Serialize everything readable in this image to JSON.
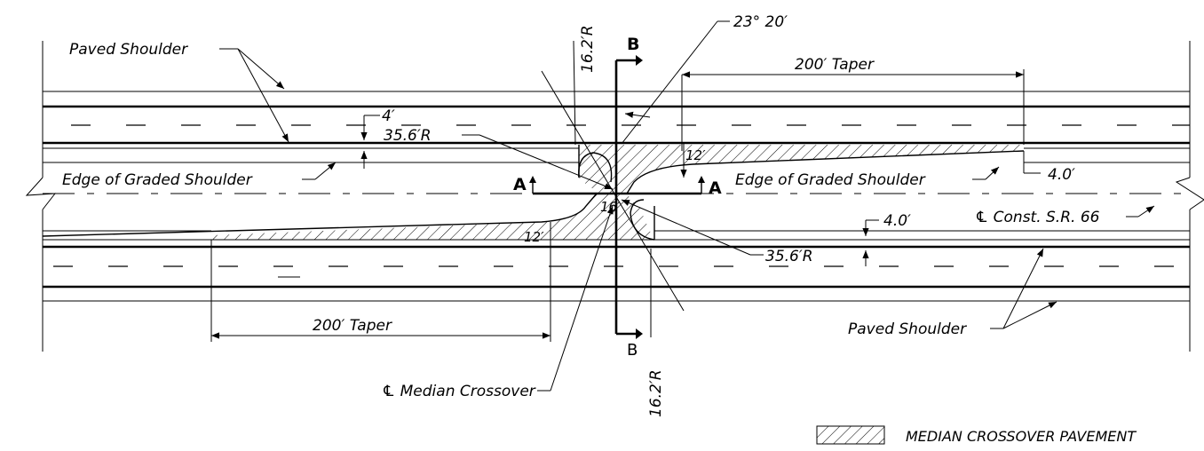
{
  "labels": {
    "paved_shoulder_top": "Paved Shoulder",
    "paved_shoulder_bottom": "Paved Shoulder",
    "edge_graded_left": "Edge of Graded Shoulder",
    "edge_graded_right": "Edge of Graded Shoulder",
    "centerline_const": "℄ Const. S.R. 66",
    "centerline_median": "℄ Median Crossover",
    "taper_top": "200′ Taper",
    "taper_bottom": "200′ Taper",
    "angle": "23° 20′",
    "radius_top": "16.2′R",
    "radius_bottom": "16.2′R",
    "radius_left": "35.6′R",
    "radius_right": "35.6′R",
    "dim_4": "4′",
    "dim_4_0_right": "4.0′",
    "dim_4_0_mid": "4.0′",
    "dim_12_top": "12′",
    "dim_12_bottom": "12′",
    "dim_16": "16′",
    "section_a_left": "A",
    "section_a_right": "A",
    "section_b_top": "B",
    "section_b_bottom": "B",
    "legend": "MEDIAN CROSSOVER PAVEMENT"
  }
}
